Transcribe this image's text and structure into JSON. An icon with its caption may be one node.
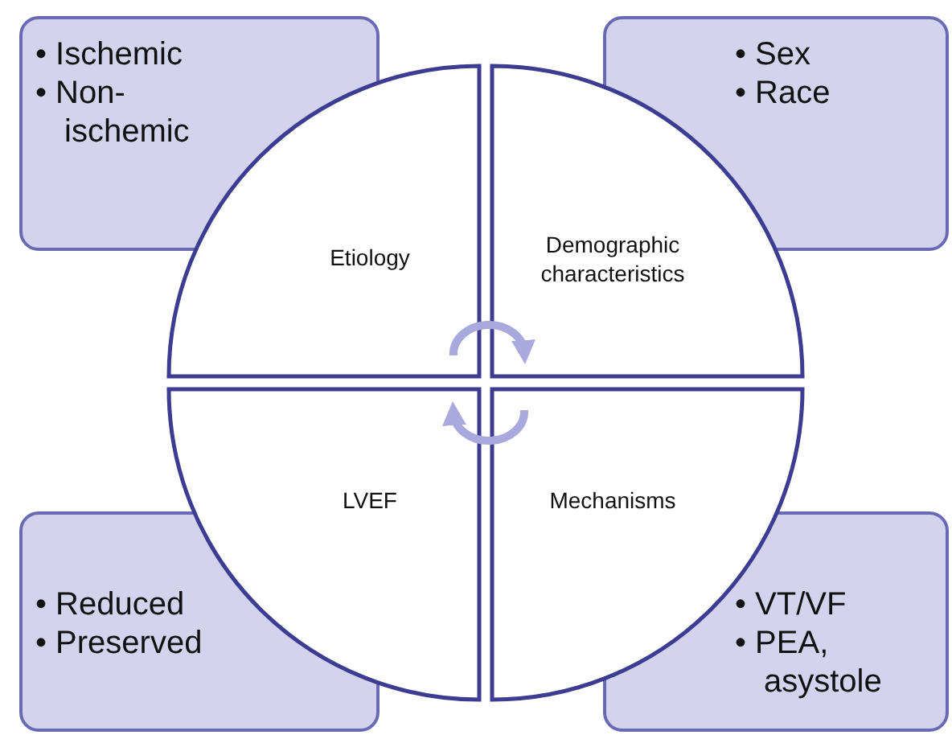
{
  "diagram": {
    "nodes": [
      {
        "text": [
          "• Ischemic",
          "• Non-ischemic"
        ]
      },
      {
        "text": [
          "• Sex",
          "• Race"
        ]
      },
      {
        "text": [
          "Etiology"
        ]
      },
      {
        "text": [
          "Demographic characteristics"
        ]
      },
      {
        "text": [
          "LVEF"
        ]
      },
      {
        "text": [
          "Mechanisms"
        ]
      },
      {
        "text": [
          "• Reduced",
          "• Preserved"
        ]
      },
      {
        "text": [
          "• VT/VF",
          "• PEA, asystole"
        ]
      }
    ],
    "edges": [
      {
        "from": 2,
        "to": 3,
        "arrow": "to"
      },
      {
        "from": 5,
        "to": 4,
        "arrow": "to"
      }
    ]
  }
}
